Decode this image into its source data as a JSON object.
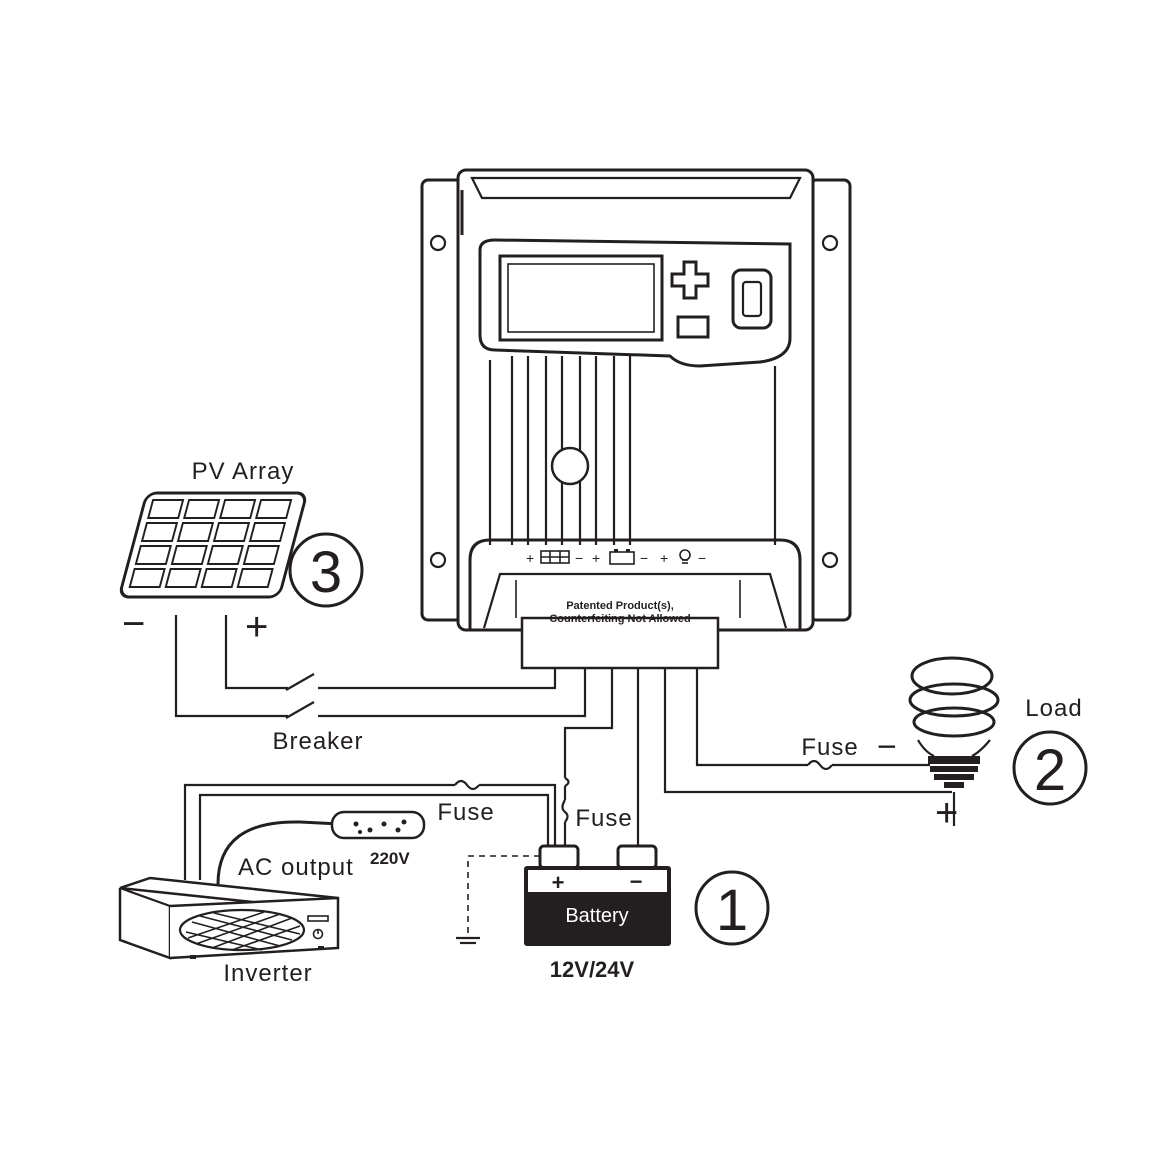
{
  "labels": {
    "pv_array": "PV Array",
    "breaker": "Breaker",
    "load": "Load",
    "fuse_load": "Fuse",
    "fuse_inverter": "Fuse",
    "fuse_battery": "Fuse",
    "ac_output": "AC output",
    "ac_voltage": "220V",
    "inverter": "Inverter",
    "battery": "Battery",
    "battery_voltage": "12V/24V",
    "patent_line1": "Patented Product(s),",
    "patent_line2": "Counterfeiting Not Allowed"
  },
  "markers": {
    "battery": "1",
    "load": "2",
    "pv": "3"
  },
  "polarity": {
    "plus": "+",
    "minus": "−"
  },
  "colors": {
    "line": "#231f20",
    "background": "#ffffff"
  }
}
